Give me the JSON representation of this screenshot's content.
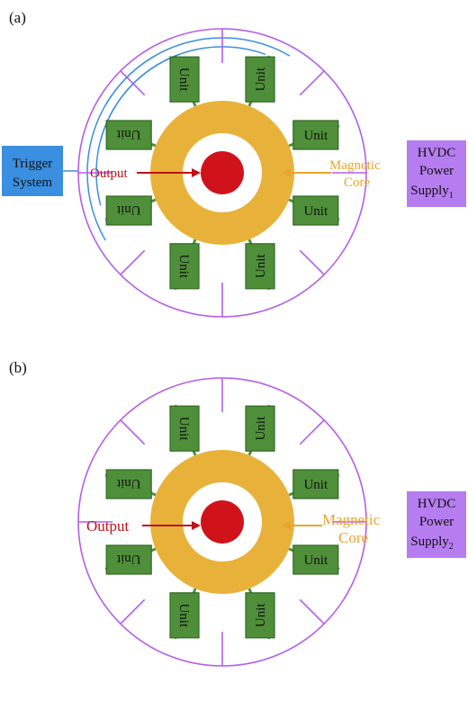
{
  "colors": {
    "core": "#e8b23a",
    "output": "#d0121b",
    "unit_fill": "#4f8f3a",
    "unit_stroke": "#2f6a22",
    "purple": "#b45ee8",
    "blue": "#3a8fe0",
    "trigger_fill": "#3a8fe0",
    "hvdc_fill": "#b67df0",
    "output_text": "#c01018",
    "core_text": "#e8a52a"
  },
  "icons": {
    "output_arrow": "arrow-right-icon",
    "core_arrow": "arrow-left-icon"
  },
  "panels": [
    {
      "label": "(a)",
      "unit_label": "Unit",
      "output_label": "Output",
      "core_label_1": "Magnetic",
      "core_label_2": "Core",
      "trigger": {
        "line1": "Trigger",
        "line2": "System"
      },
      "hvdc": {
        "line1": "HVDC",
        "line2": "Power",
        "line3": "Supply",
        "sub": "1"
      }
    },
    {
      "label": "(b)",
      "unit_label": "Unit",
      "output_label": "Output",
      "core_label_1": "Magnetic",
      "core_label_2": "Core",
      "hvdc": {
        "line1": "HVDC",
        "line2": "Power",
        "line3": "Supply",
        "sub": "2"
      }
    }
  ]
}
